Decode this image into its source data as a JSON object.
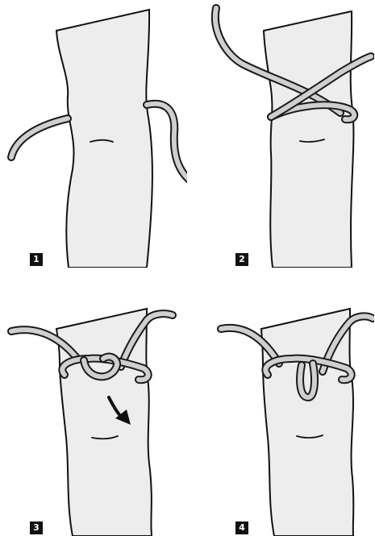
{
  "panels": [
    {
      "step_label": "1"
    },
    {
      "step_label": "2"
    },
    {
      "step_label": "3"
    },
    {
      "step_label": "4"
    }
  ],
  "colors": {
    "leg_fill": "#ededed",
    "leg_outline": "#111111",
    "rope_fill": "#cfcfcf",
    "rope_outline": "#1a1a1a",
    "badge_bg": "#111111",
    "badge_text": "#ffffff"
  },
  "icons": {
    "arrow": "curved-arrow-icon"
  }
}
